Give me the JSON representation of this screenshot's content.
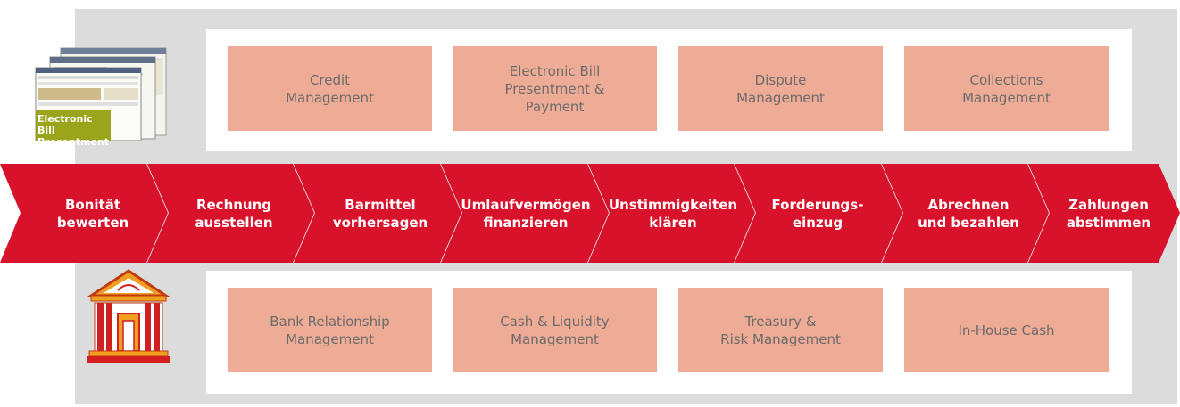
{
  "colors": {
    "arrow": "#d9122c",
    "module": "#eeab95",
    "background": "#dcdcdc"
  },
  "screenshot_caption": {
    "line1": "Electronic Bill",
    "line2": "Presentment &"
  },
  "top_modules": [
    {
      "label": "Credit\nManagement"
    },
    {
      "label": "Electronic Bill\nPresentment &\nPayment"
    },
    {
      "label": "Dispute\nManagement"
    },
    {
      "label": "Collections\nManagement"
    }
  ],
  "steps": [
    {
      "label": "Bonität\nbewerten"
    },
    {
      "label": "Rechnung\nausstellen"
    },
    {
      "label": "Barmittel\nvorhersagen"
    },
    {
      "label": "Umlaufvermögen\nfinanzieren"
    },
    {
      "label": "Unstimmigkeiten\nklären"
    },
    {
      "label": "Forderungs-\neinzug"
    },
    {
      "label": "Abrechnen\nund bezahlen"
    },
    {
      "label": "Zahlungen\nabstimmen"
    }
  ],
  "bottom_modules": [
    {
      "label": "Bank Relationship\nManagement"
    },
    {
      "label": "Cash & Liquidity\nManagement"
    },
    {
      "label": "Treasury &\nRisk Management"
    },
    {
      "label": "In-House Cash"
    }
  ],
  "icons": {
    "screens": "app-screenshot-icon",
    "bank": "bank-building-icon"
  }
}
